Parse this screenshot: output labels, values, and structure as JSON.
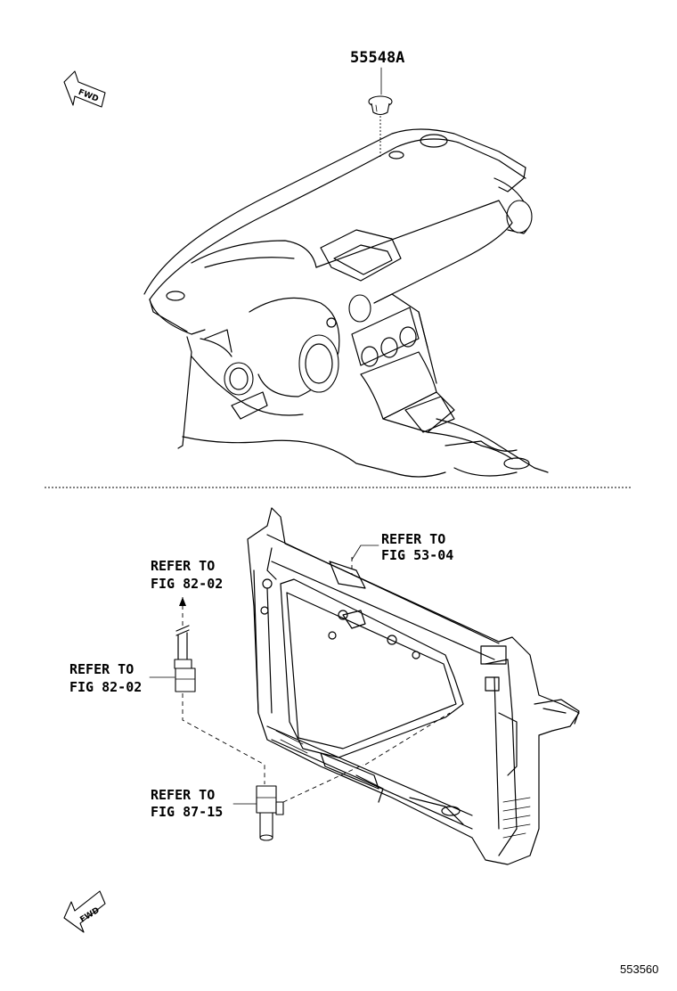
{
  "diagram": {
    "top_part_number": "55548A",
    "fwd_label": "FWD",
    "callouts": [
      {
        "line1": "REFER TO",
        "line2": "FIG 53-04"
      },
      {
        "line1": "REFER TO",
        "line2": "FIG 82-02"
      },
      {
        "line1": "REFER TO",
        "line2": "FIG 82-02"
      },
      {
        "line1": "REFER TO",
        "line2": "FIG 87-15"
      }
    ],
    "figure_number": "553560"
  }
}
